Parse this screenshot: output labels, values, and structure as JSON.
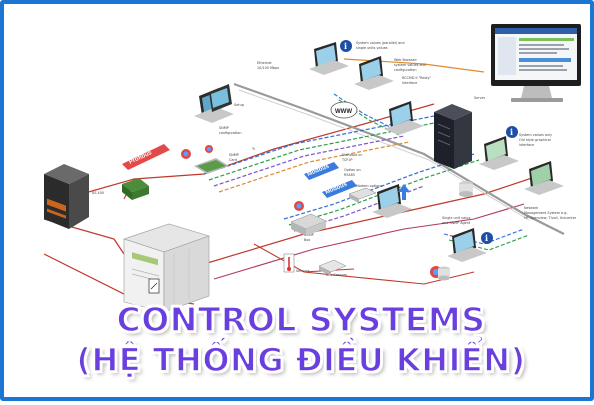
{
  "title_line1": "CONTROL SYSTEMS",
  "title_line2": "(HỆ THỐNG ĐIỀU KHIỂN)",
  "labels": {
    "profibus": "Profibus",
    "modbus_upper": "Modbus",
    "modbus_lower": "Modbus",
    "www": "WWW"
  },
  "colors": {
    "border": "#1976d2",
    "title": "#6a3fe0",
    "profibus_arrow": "#e24a4a",
    "modbus_arrow": "#3a7be0",
    "line_red": "#c0392b",
    "line_blue": "#2e6fd6",
    "line_green": "#2e9d4a"
  }
}
